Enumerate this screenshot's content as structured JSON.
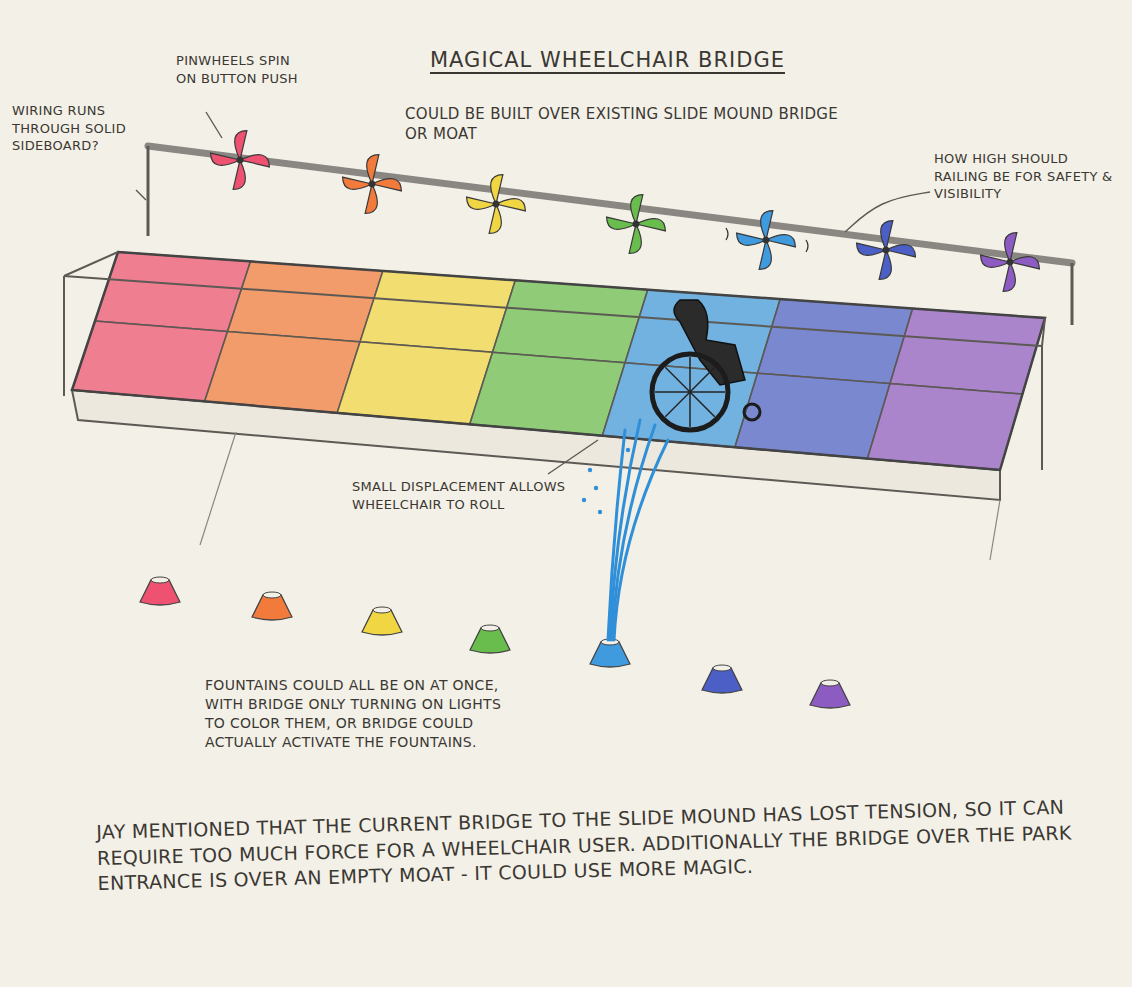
{
  "diagram": {
    "title": "MAGICAL WHEELCHAIR BRIDGE",
    "labels": [
      "PINWHEELS SPIN ON BUTTON PUSH",
      "WIRING RUNS THROUGH SOLID SIDEBOARD?",
      "COULD BE BUILT OVER EXISTING SLIDE MOUND BRIDGE OR MOAT",
      "HOW HIGH SHOULD RAILING BE FOR SAFETY & VISIBILITY",
      "SMALL DISPLACEMENT ALLOWS WHEELCHAIR TO ROLL",
      "FOUNTAINS COULD ALL BE ON AT ONCE, WITH BRIDGE ONLY TURNING ON LIGHTS TO COLOR THEM, OR BRIDGE COULD ACTUALLY ACTIVATE THE FOUNTAINS.",
      "JAY MENTIONED THAT THE CURRENT BRIDGE TO THE SLIDE MOUND HAS LOST TENSION, SO IT CAN REQUIRE TOO MUCH FORCE FOR A WHEELCHAIR USER. ADDITIONALLY THE BRIDGE OVER THE PARK ENTRANCE IS OVER AN EMPTY MOAT - IT COULD USE MORE MAGIC."
    ]
  }
}
